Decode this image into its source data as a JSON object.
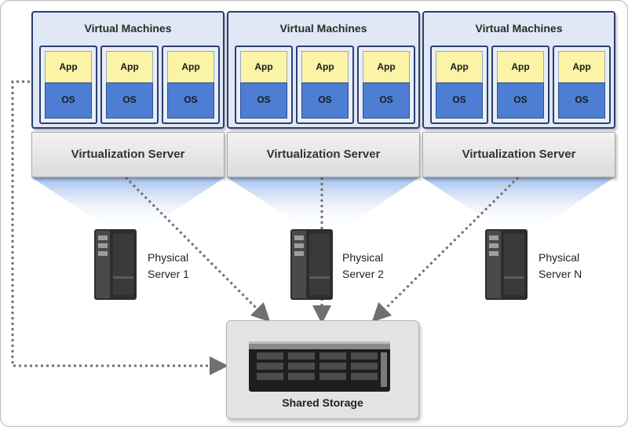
{
  "vm_groups": [
    {
      "title": "Virtual Machines",
      "vms": [
        {
          "app": "App",
          "os": "OS"
        },
        {
          "app": "App",
          "os": "OS"
        },
        {
          "app": "App",
          "os": "OS"
        }
      ]
    },
    {
      "title": "Virtual Machines",
      "vms": [
        {
          "app": "App",
          "os": "OS"
        },
        {
          "app": "App",
          "os": "OS"
        },
        {
          "app": "App",
          "os": "OS"
        }
      ]
    },
    {
      "title": "Virtual Machines",
      "vms": [
        {
          "app": "App",
          "os": "OS"
        },
        {
          "app": "App",
          "os": "OS"
        },
        {
          "app": "App",
          "os": "OS"
        }
      ]
    }
  ],
  "virtualization_servers": [
    "Virtualization Server",
    "Virtualization Server",
    "Virtualization Server"
  ],
  "physical_servers": [
    {
      "line1": "Physical",
      "line2": "Server 1"
    },
    {
      "line1": "Physical",
      "line2": "Server 2"
    },
    {
      "line1": "Physical",
      "line2": "Server N"
    }
  ],
  "storage": {
    "label": "Shared Storage"
  },
  "colors": {
    "vm_border": "#2b3e72",
    "app_fill": "#fbf4a7",
    "os_fill": "#4d7ed3",
    "beam": "#a9c4ee",
    "connector": "#707070"
  }
}
